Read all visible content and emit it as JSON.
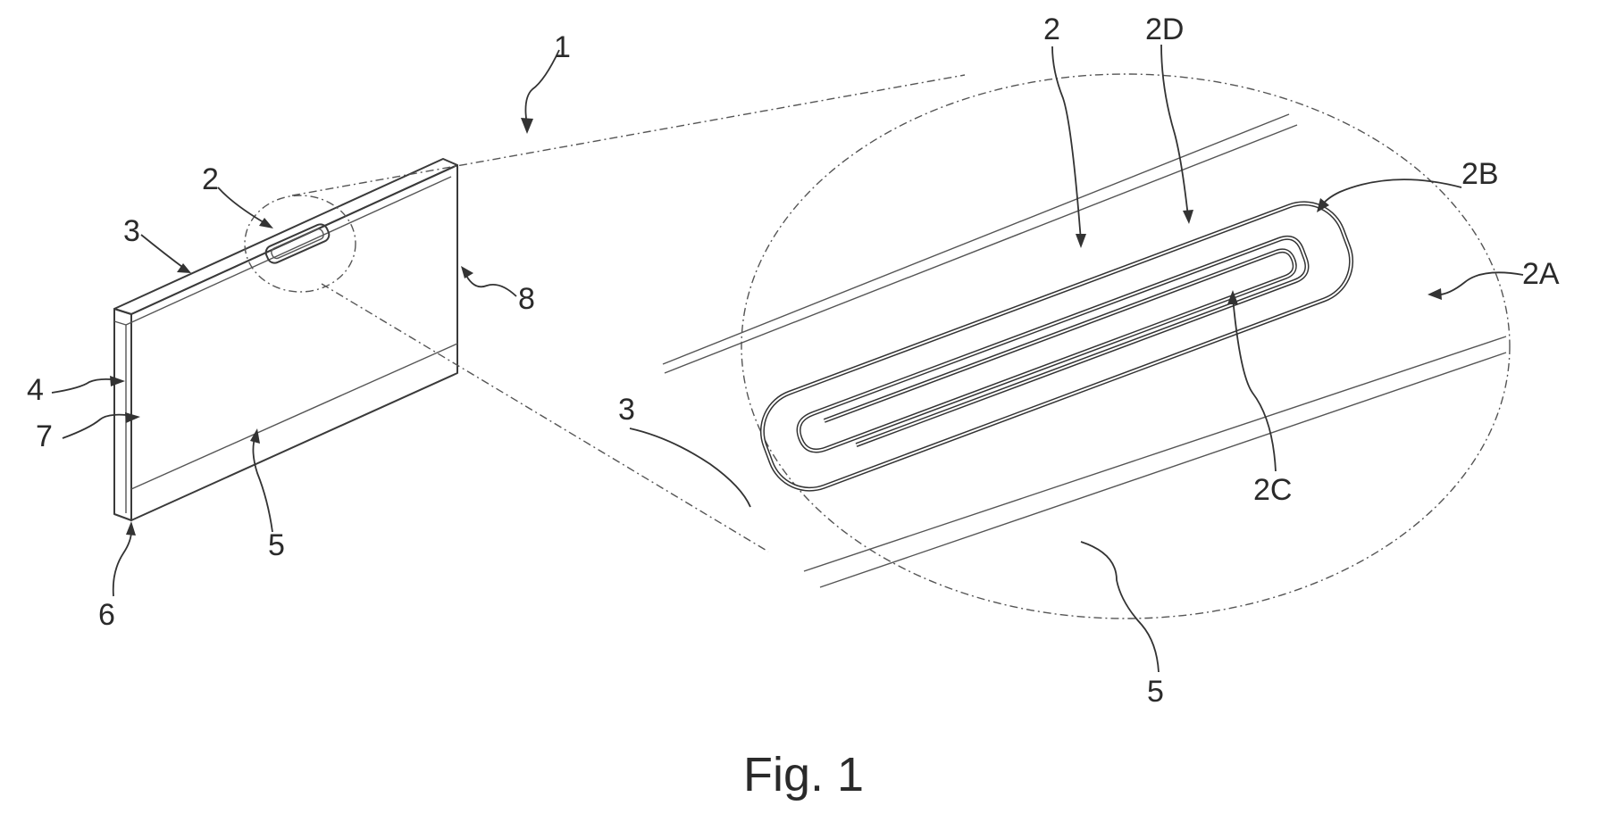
{
  "figure": {
    "caption": "Fig. 1"
  },
  "labels": {
    "assembly": "1",
    "seal_small": "2",
    "top_face_small": "3",
    "left_side": "4",
    "front_face_small": "5",
    "bottom_end": "6",
    "open_end": "7",
    "back_face": "8",
    "seal_detail": "2",
    "inner_loop": "2D",
    "loop_end": "2B",
    "outer_loop": "2A",
    "inner_groove": "2C",
    "top_face_detail": "3",
    "front_face_detail": "5"
  }
}
